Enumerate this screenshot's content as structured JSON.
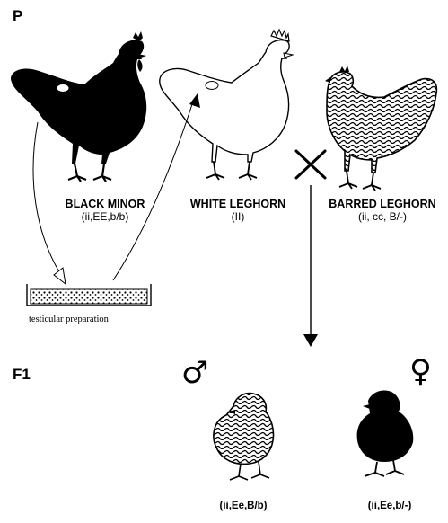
{
  "generations": {
    "parental": "P",
    "filial": "F1"
  },
  "parents": [
    {
      "name": "BLACK MINOR",
      "genotype": "(ii,EE,b/b)"
    },
    {
      "name": "WHITE LEGHORN",
      "genotype": "(II)"
    },
    {
      "name": "BARRED LEGHORN",
      "genotype": "(ii, cc, B/-)"
    }
  ],
  "procedure": {
    "label": "testicular preparation"
  },
  "offspring": [
    {
      "sex_symbol": "♂",
      "genotype": "(ii,Ee,B/b)"
    },
    {
      "sex_symbol": "♀",
      "genotype": "(ii,Ee,b/-)"
    }
  ],
  "colors": {
    "ink": "#000000",
    "background": "#ffffff"
  }
}
